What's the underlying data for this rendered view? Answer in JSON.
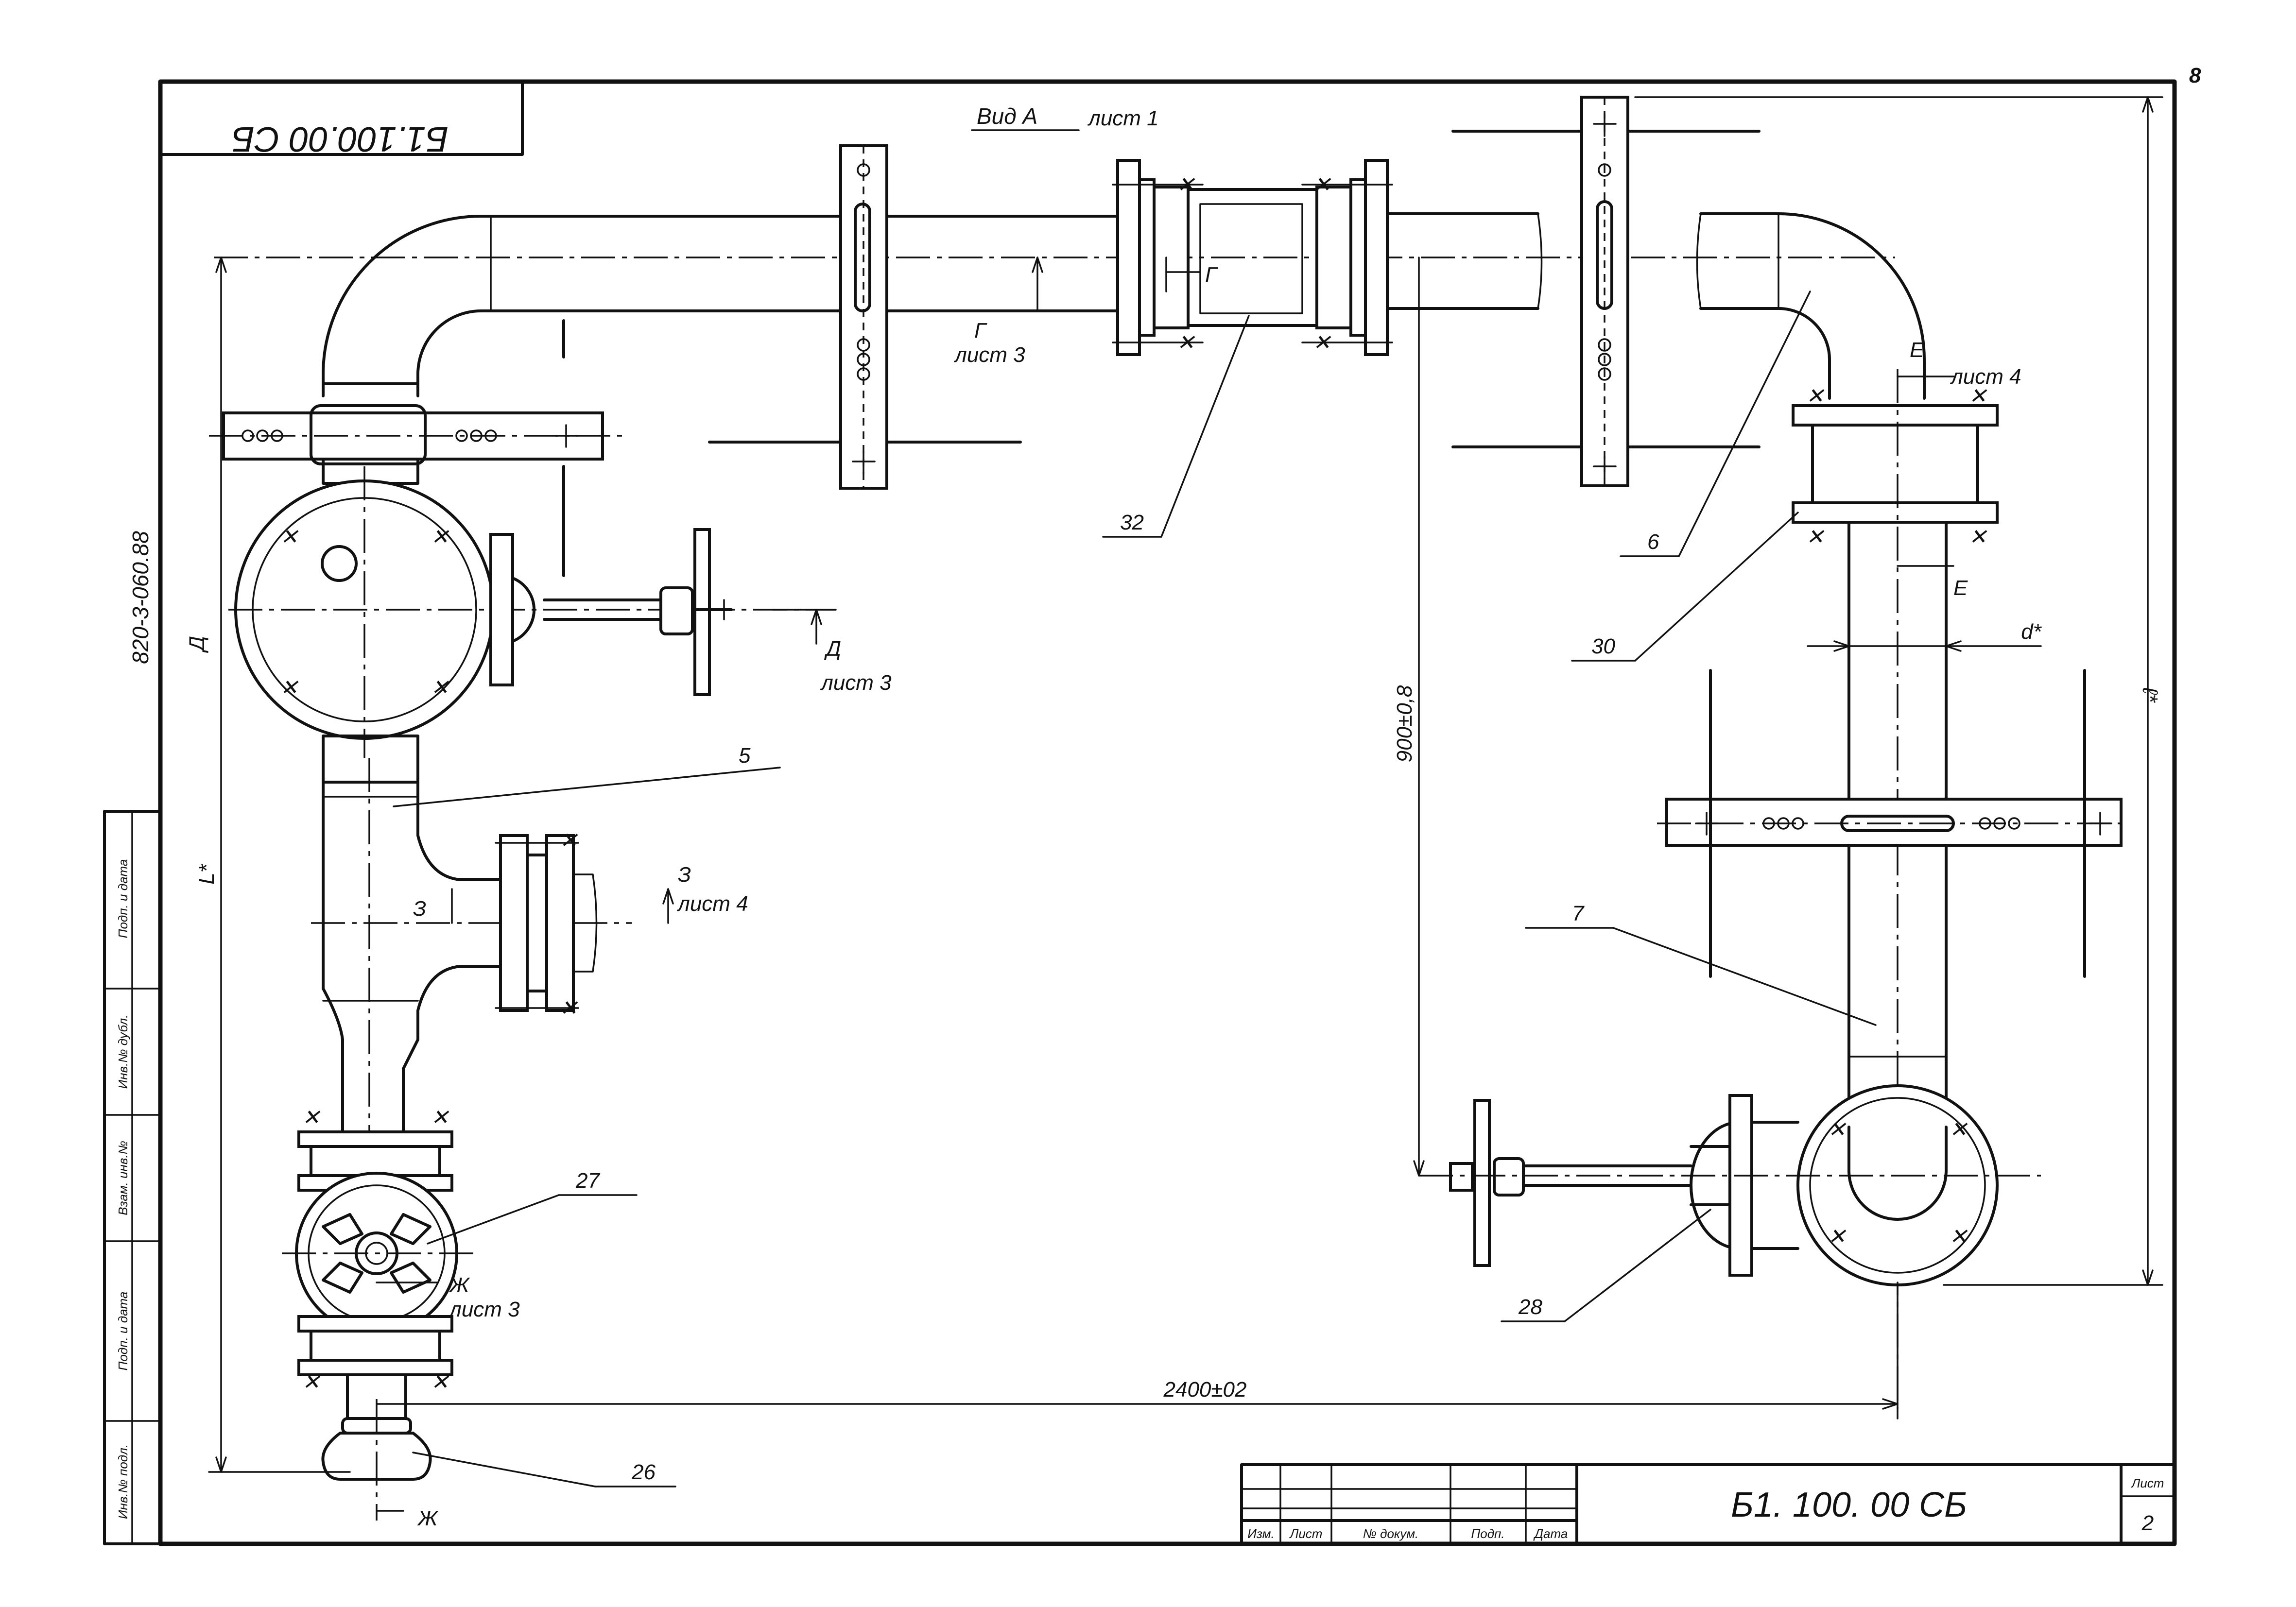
{
  "sheet": {
    "page_number": "8",
    "document_code": "Б1.100.00 СБ",
    "rotated_stamp": "Б1.100.00 СБ",
    "series_code": "820-3-060.88"
  },
  "view_title": {
    "name": "Вид А",
    "sheet_ref": "лист 1"
  },
  "section_marks": {
    "g_letter": "Г",
    "g_ref": "лист 3",
    "d_letter": "Д",
    "d_ref": "лист 3",
    "z_letter": "З",
    "z_ref": "лист 4",
    "e_letter": "Е",
    "e_ref": "лист 4",
    "zh_letter": "Ж",
    "zh_ref": "лист 3"
  },
  "dimensions": {
    "horizontal": "2400±02",
    "vertical": "900±0,8",
    "L": "L*",
    "l": "ℓ*",
    "d": "d*"
  },
  "callouts": [
    "32",
    "6",
    "30",
    "5",
    "7",
    "27",
    "28",
    "26"
  ],
  "side_stamp": {
    "cells": [
      "Инв.№ подл.",
      "Подп. и дата",
      "Взам. инв.№",
      "Инв.№ дубл.",
      "Подп. и дата"
    ]
  },
  "title_block": {
    "headers": [
      "Изм.",
      "Лист",
      "№ докум.",
      "Подп.",
      "Дата"
    ],
    "document_code": "Б1. 100. 00 СБ",
    "sheet_label": "Лист",
    "sheet_number": "2"
  }
}
